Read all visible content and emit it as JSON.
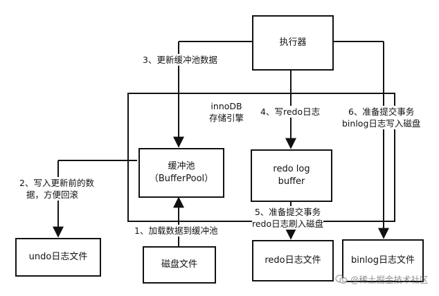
{
  "nodes": {
    "executor": "执行器",
    "innodb_label": [
      "innoDB",
      "存储引擎"
    ],
    "buffer_pool": [
      "缓冲池",
      "（BufferPool）"
    ],
    "redo_log_buffer": [
      "redo log",
      "buffer"
    ],
    "undo_file": "undo日志文件",
    "disk_file": "磁盘文件",
    "redo_file": "redo日志文件",
    "binlog_file": "binlog日志文件"
  },
  "steps": {
    "step1": "1、加载数据到缓冲池",
    "step2": [
      "2、写入更新前的数",
      "据，方便回滚"
    ],
    "step3": "3、更新缓冲池数据",
    "step4": "4、写redo日志",
    "step5": [
      "5、准备提交事务",
      "redo日志刷入磁盘"
    ],
    "step6": [
      "6、准备提交事务",
      "binlog日志写入磁盘"
    ]
  },
  "watermark": "@稀土掘金技术社区",
  "colors": {
    "stroke": "#111111",
    "background": "#ffffff"
  }
}
